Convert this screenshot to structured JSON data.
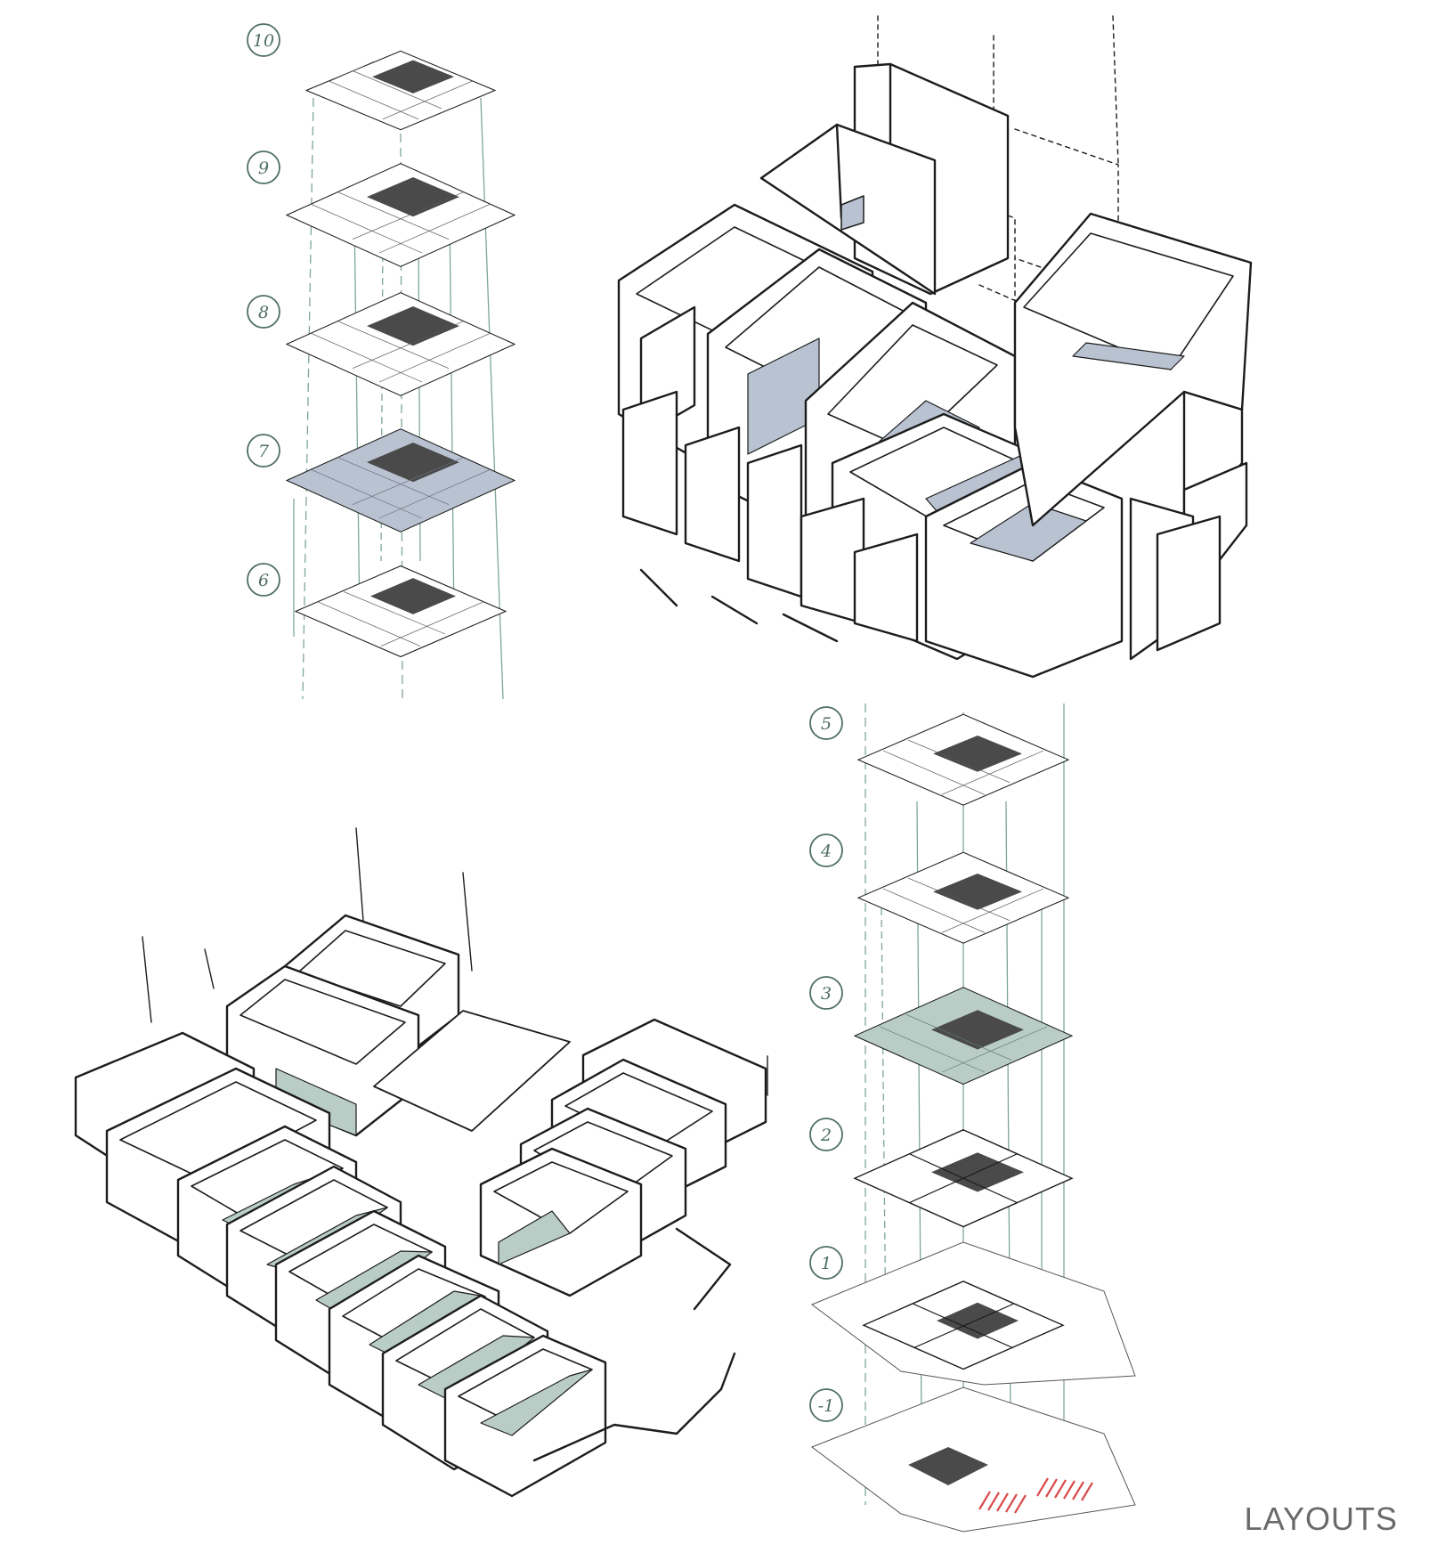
{
  "title": "LAYOUTS",
  "colors": {
    "ink": "#1c1c1c",
    "guide": "#7fa69a",
    "label_ring": "#4f6f63",
    "dark_core": "#4a4a4a",
    "blue_floor": "#b9c2d0",
    "sage_floor": "#b9cdc6",
    "red_parking": "#d94c4c"
  },
  "upper_stack": {
    "floors": [
      {
        "label": "10",
        "highlight": "none"
      },
      {
        "label": "9",
        "highlight": "none"
      },
      {
        "label": "8",
        "highlight": "none"
      },
      {
        "label": "7",
        "highlight": "blue"
      },
      {
        "label": "6",
        "highlight": "none"
      }
    ]
  },
  "lower_stack": {
    "floors": [
      {
        "label": "5",
        "highlight": "none"
      },
      {
        "label": "4",
        "highlight": "none"
      },
      {
        "label": "3",
        "highlight": "sage"
      },
      {
        "label": "2",
        "highlight": "none"
      },
      {
        "label": "1",
        "highlight": "site"
      },
      {
        "label": "-1",
        "highlight": "parking"
      }
    ]
  }
}
